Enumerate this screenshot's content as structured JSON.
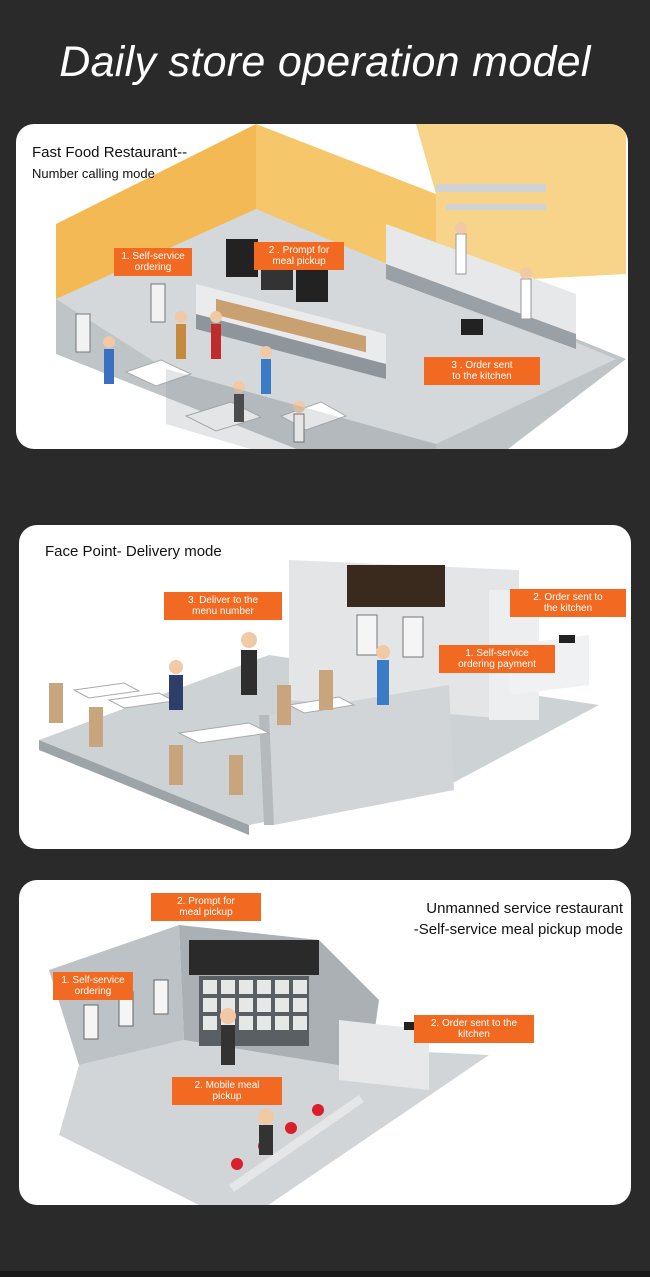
{
  "header": {
    "title": "Daily store operation model"
  },
  "panels": [
    {
      "title": "Fast Food Restaurant--",
      "subtitle": "Number calling mode",
      "callouts": [
        "1. Self-service\nordering",
        "2 . Prompt for\nmeal pickup",
        "3 . Order sent\nto the kitchen"
      ]
    },
    {
      "title": "Face Point- Delivery mode",
      "callouts": [
        "3. Deliver to the\nmenu number",
        "2. Order sent to\nthe kitchen",
        "1. Self-service\nordering payment"
      ]
    },
    {
      "title": "Unmanned service restaurant",
      "subtitle": "-Self-service meal pickup mode",
      "callouts": [
        "2. Prompt for\nmeal pickup",
        "1. Self-service\nordering",
        "2. Order sent to the\nkitchen",
        "2. Mobile meal\npickup"
      ]
    }
  ],
  "colors": {
    "background": "#2a2a2a",
    "card": "#ffffff",
    "callout": "#f26a21",
    "wall_warm": "#f2b955",
    "floor": "#cfd3d6"
  }
}
